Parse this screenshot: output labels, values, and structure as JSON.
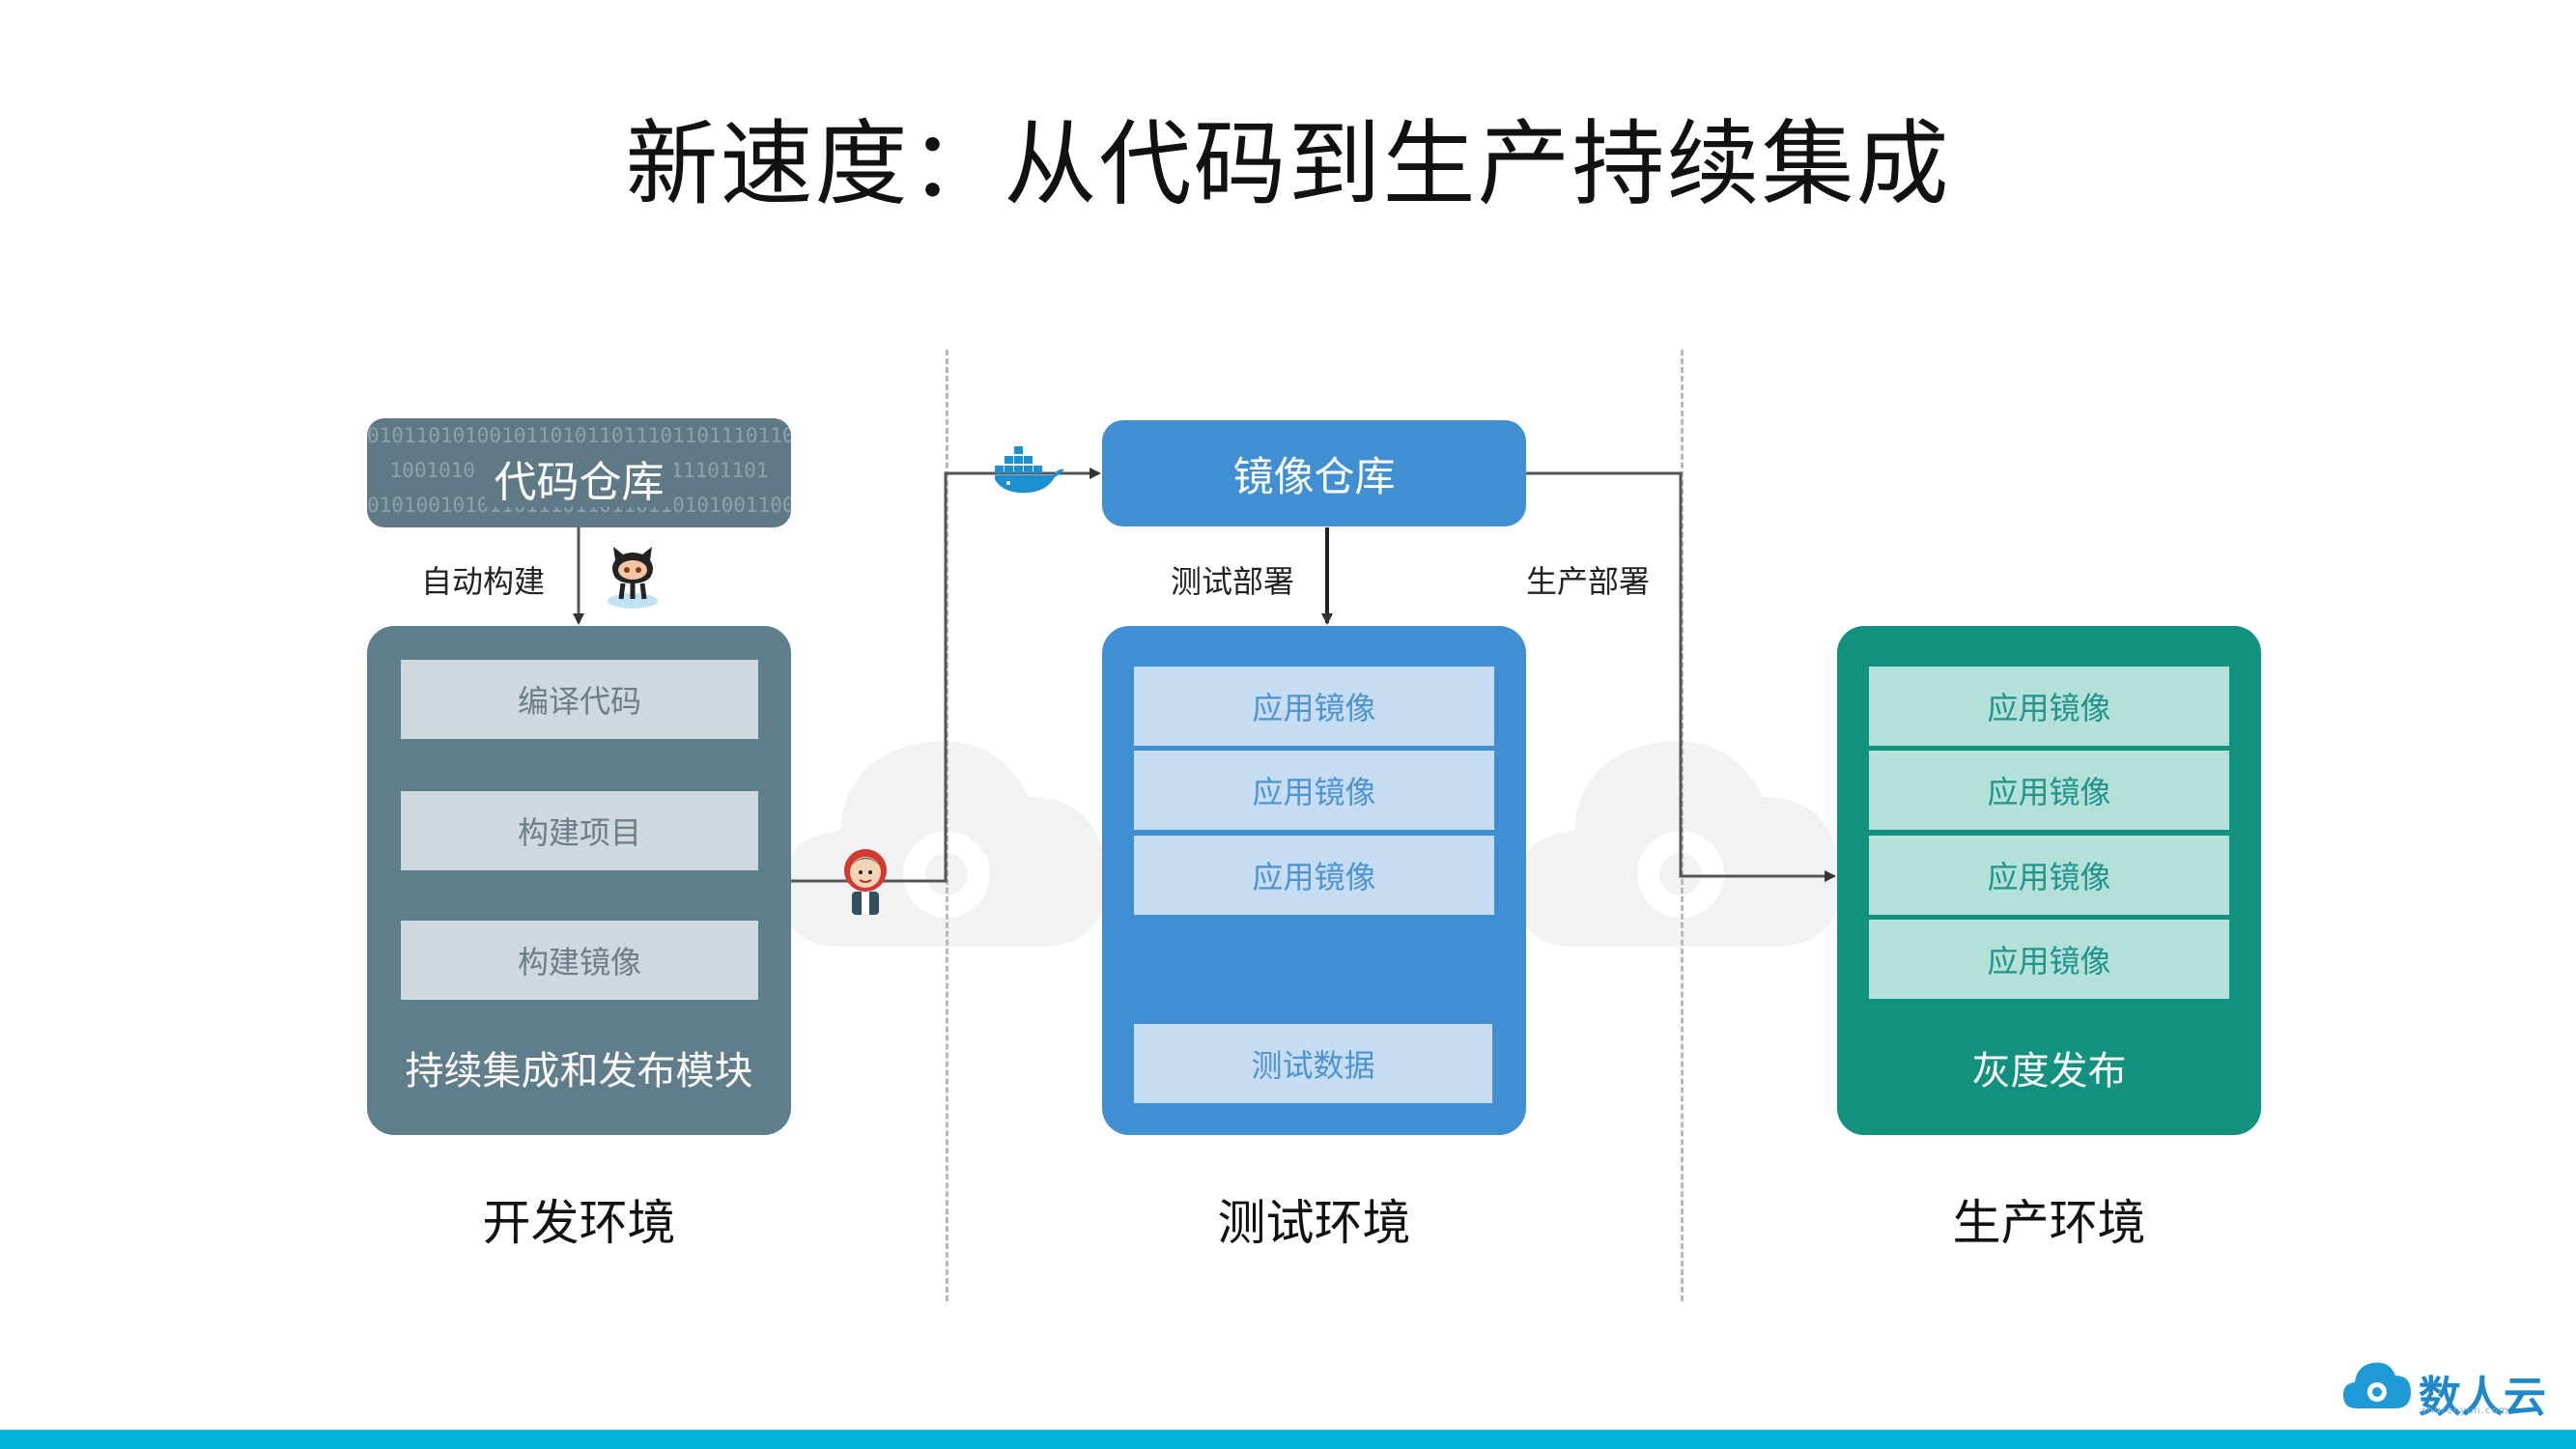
{
  "title": "新速度：从代码到生产持续集成",
  "code_repo": {
    "label": "代码仓库",
    "binary_lines": [
      "010110101001011010110111011011101101",
      "1001010  01101011010110111101101",
      "010100101011011101101101101010011001"
    ]
  },
  "edges": {
    "auto_build": "自动构建",
    "test_deploy": "测试部署",
    "prod_deploy": "生产部署"
  },
  "dev": {
    "steps": [
      "编译代码",
      "构建项目",
      "构建镜像"
    ],
    "panel_label": "持续集成和发布模块",
    "env_label": "开发环境"
  },
  "registry": {
    "label": "镜像仓库"
  },
  "test": {
    "images": [
      "应用镜像",
      "应用镜像",
      "应用镜像"
    ],
    "data_label": "测试数据",
    "env_label": "测试环境"
  },
  "prod": {
    "images": [
      "应用镜像",
      "应用镜像",
      "应用镜像",
      "应用镜像"
    ],
    "panel_label": "灰度发布",
    "env_label": "生产环境"
  },
  "logo": {
    "name": "数人云",
    "domain": "shurenyun.com"
  },
  "colors": {
    "dev": "#607d8b",
    "test": "#3f8fd2",
    "prod": "#12917f",
    "accent_bar": "#00b5d8"
  },
  "icons": [
    "github-octocat-icon",
    "docker-whale-icon",
    "jenkins-butler-icon",
    "cloud-watermark-icon",
    "shurenyun-logo-icon"
  ]
}
